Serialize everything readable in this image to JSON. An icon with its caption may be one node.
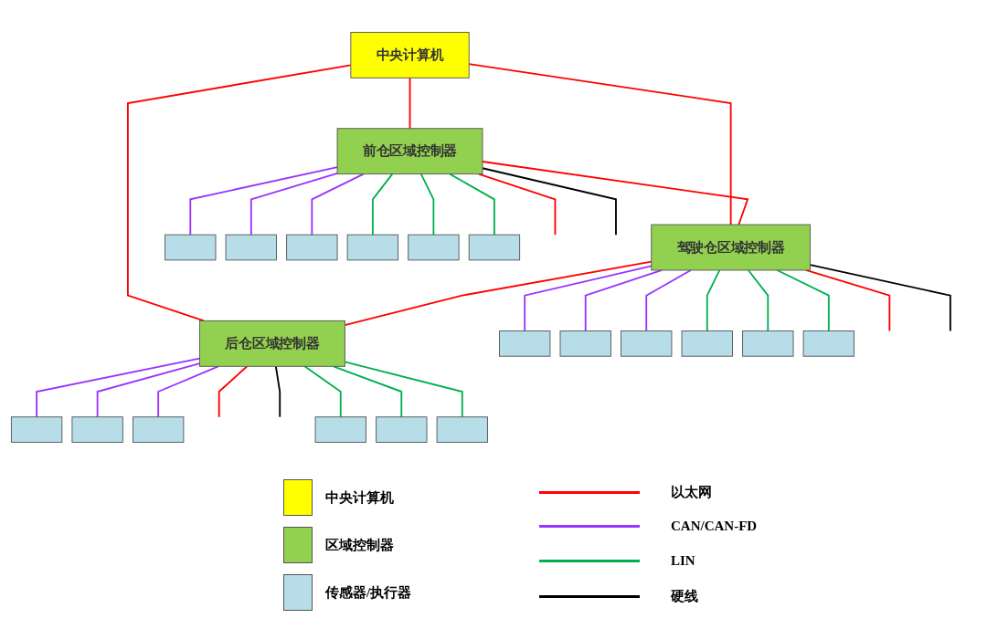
{
  "diagram": {
    "nodes": [
      {
        "text": [
          "中央计算机"
        ]
      },
      {
        "text": [
          "前仓区域控制器"
        ]
      },
      {
        "text": [
          "驾驶仓区域控制器"
        ]
      },
      {
        "text": [
          "后仓区域控制器"
        ]
      },
      {
        "text": [],
        "shape": "box"
      },
      {
        "text": [],
        "shape": "box"
      },
      {
        "text": [],
        "shape": "box"
      },
      {
        "text": [],
        "shape": "box"
      },
      {
        "text": [],
        "shape": "box"
      },
      {
        "text": [],
        "shape": "box"
      },
      {
        "text": [],
        "shape": "box"
      },
      {
        "text": [],
        "shape": "box"
      },
      {
        "text": [],
        "shape": "box"
      },
      {
        "text": [],
        "shape": "box"
      },
      {
        "text": [],
        "shape": "box"
      },
      {
        "text": [],
        "shape": "box"
      },
      {
        "text": [],
        "shape": "box"
      },
      {
        "text": [],
        "shape": "box"
      },
      {
        "text": [],
        "shape": "box"
      },
      {
        "text": [],
        "shape": "box"
      },
      {
        "text": [],
        "shape": "box"
      },
      {
        "text": [],
        "shape": "box"
      }
    ],
    "edges": [
      {
        "from": 0,
        "to": 1,
        "arrow": "none",
        "color": "#ff0000"
      },
      {
        "from": 0,
        "to": 2,
        "arrow": "none",
        "color": "#ff0000"
      },
      {
        "from": 0,
        "to": 3,
        "arrow": "none",
        "color": "#ff0000"
      },
      {
        "from": 1,
        "to": 2,
        "arrow": "none",
        "color": "#ff0000"
      },
      {
        "from": 2,
        "to": 3,
        "arrow": "none",
        "color": "#ff0000"
      },
      {
        "from": 1,
        "to": 4,
        "arrow": "none",
        "color": "#9933ff"
      },
      {
        "from": 1,
        "to": 5,
        "arrow": "none",
        "color": "#9933ff"
      },
      {
        "from": 1,
        "to": 6,
        "arrow": "none",
        "color": "#9933ff"
      },
      {
        "from": 1,
        "to": null,
        "arrow": "none",
        "color": "#ff0000"
      },
      {
        "from": 1,
        "to": null,
        "arrow": "none",
        "color": "#000000"
      },
      {
        "from": 1,
        "to": 7,
        "arrow": "none",
        "color": "#00b050"
      },
      {
        "from": 1,
        "to": 8,
        "arrow": "none",
        "color": "#00b050"
      },
      {
        "from": 1,
        "to": 9,
        "arrow": "none",
        "color": "#00b050"
      },
      {
        "from": 2,
        "to": 10,
        "arrow": "none",
        "color": "#9933ff"
      },
      {
        "from": 2,
        "to": 11,
        "arrow": "none",
        "color": "#9933ff"
      },
      {
        "from": 2,
        "to": 12,
        "arrow": "none",
        "color": "#9933ff"
      },
      {
        "from": 2,
        "to": null,
        "arrow": "none",
        "color": "#ff0000"
      },
      {
        "from": 2,
        "to": null,
        "arrow": "none",
        "color": "#000000"
      },
      {
        "from": 2,
        "to": 13,
        "arrow": "none",
        "color": "#00b050"
      },
      {
        "from": 2,
        "to": 14,
        "arrow": "none",
        "color": "#00b050"
      },
      {
        "from": 2,
        "to": 15,
        "arrow": "none",
        "color": "#00b050"
      },
      {
        "from": 3,
        "to": 16,
        "arrow": "none",
        "color": "#9933ff"
      },
      {
        "from": 3,
        "to": 17,
        "arrow": "none",
        "color": "#9933ff"
      },
      {
        "from": 3,
        "to": 18,
        "arrow": "none",
        "color": "#9933ff"
      },
      {
        "from": 3,
        "to": null,
        "arrow": "none",
        "color": "#ff0000"
      },
      {
        "from": 3,
        "to": null,
        "arrow": "none",
        "color": "#000000"
      },
      {
        "from": 3,
        "to": 19,
        "arrow": "none",
        "color": "#00b050"
      },
      {
        "from": 3,
        "to": 20,
        "arrow": "none",
        "color": "#00b050"
      },
      {
        "from": 3,
        "to": 21,
        "arrow": "none",
        "color": "#00b050"
      }
    ],
    "legend": [
      {
        "text": "中央计算机",
        "color": "#ffff00"
      },
      {
        "text": "区域控制器",
        "color": "#92d050"
      },
      {
        "text": "传感器/执行器",
        "color": "#b7dde8"
      },
      {
        "text": "以太网",
        "color": "#ff0000"
      },
      {
        "text": "CAN/CAN-FD",
        "color": "#9933ff"
      },
      {
        "text": "LIN",
        "color": "#00b050"
      },
      {
        "text": "硬线",
        "color": "#000000"
      }
    ]
  }
}
